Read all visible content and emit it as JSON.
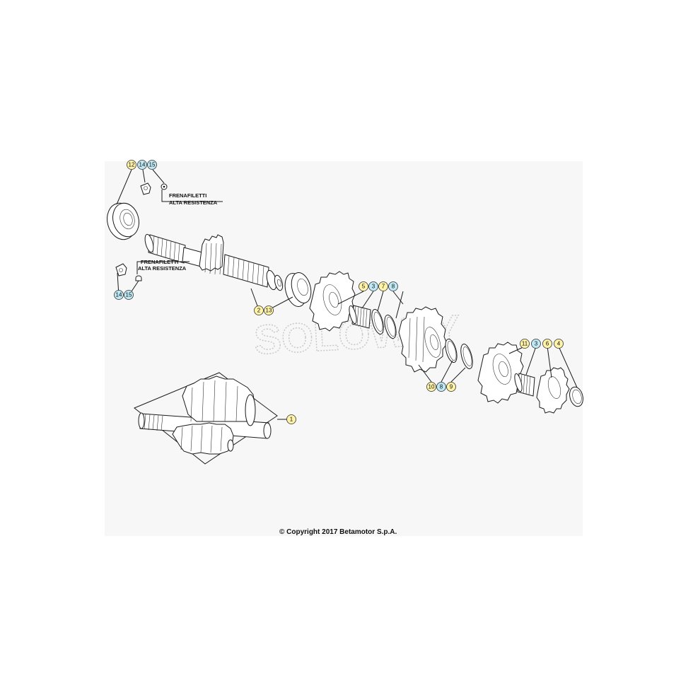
{
  "colors": {
    "panel": "#f7f7f7",
    "badge_yellow": "#fff3a8",
    "badge_blue": "#bfe8f5",
    "line": "#1a1a1a"
  },
  "watermark": "SOLOWAY",
  "notes": {
    "top": [
      "FRENAFILETTI",
      "ALTA RESISTENZA"
    ],
    "left": [
      "FRENAFILETTI",
      "ALTA RESISTENZA"
    ]
  },
  "callouts": {
    "c12": "12",
    "c14a": "14",
    "c15a": "15",
    "c14b": "14",
    "c15b": "15",
    "c2": "2",
    "c13": "13",
    "c5": "5",
    "c3a": "3",
    "c7": "7",
    "c8a": "8",
    "c10": "10",
    "c8b": "8",
    "c9": "9",
    "c11": "11",
    "c3b": "3",
    "c6": "6",
    "c4": "4",
    "c1": "1"
  },
  "copyright": "© Copyright 2017 Betamotor S.p.A."
}
